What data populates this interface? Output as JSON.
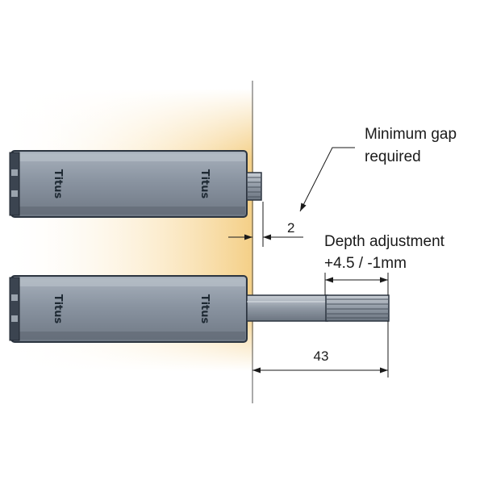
{
  "callouts": {
    "min_gap_line1": "Minimum gap",
    "min_gap_line2": "required",
    "depth_line1": "Depth adjustment",
    "depth_line2": "+4.5 / -1mm"
  },
  "dimensions": {
    "gap": "2",
    "stroke": "43"
  },
  "brand": {
    "top_left": "Titus",
    "top_right": "Titus",
    "bottom_left": "Titus",
    "bottom_right": "Titus"
  },
  "colors": {
    "housing": "#8993a0",
    "housing_dark": "#2c3540",
    "glow": "#f6d89a",
    "line": "#1a1a1a"
  }
}
